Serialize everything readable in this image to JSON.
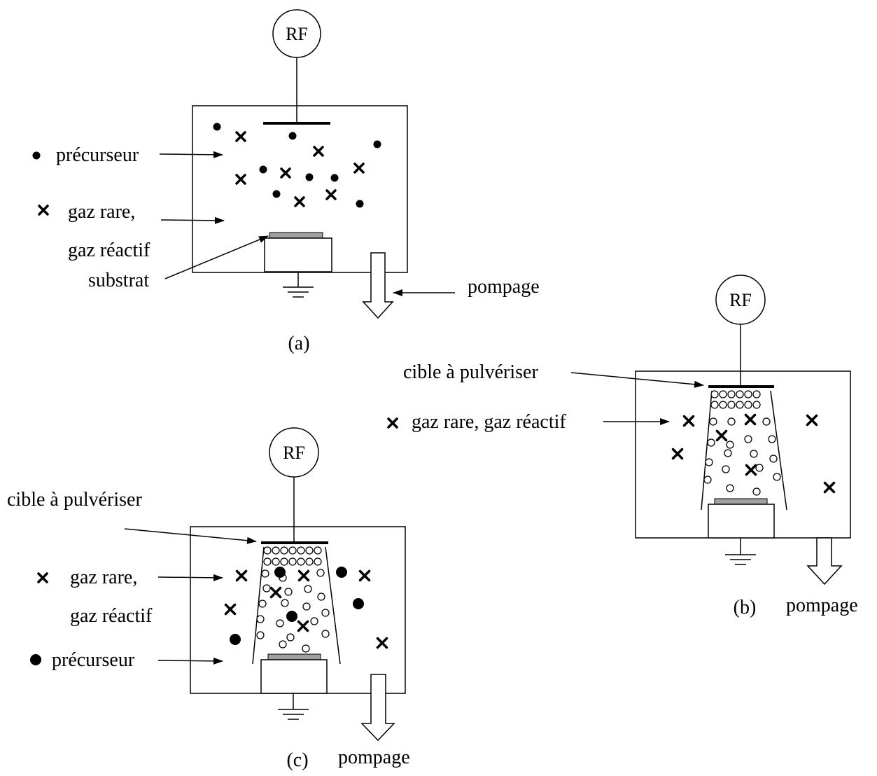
{
  "diagram_a": {
    "rf": "RF",
    "precursor_label": "précurseur",
    "gas_label_line1": "gaz rare,",
    "gas_label_line2": "gaz réactif",
    "substrate_label": "substrat",
    "pump_label": "pompage",
    "caption": "(a)"
  },
  "diagram_b": {
    "rf": "RF",
    "target_label": "cible à pulvériser",
    "gas_label": "gaz rare, gaz réactif",
    "pump_label": "pompage",
    "caption": "(b)"
  },
  "diagram_c": {
    "rf": "RF",
    "target_label": "cible à pulvériser",
    "gas_label_line1": "gaz rare,",
    "gas_label_line2": "gaz réactif",
    "precursor_label": "précurseur",
    "pump_label": "pompage",
    "caption": "(c)"
  },
  "colors": {
    "ink": "#000000",
    "substrate": "#a0a0a0",
    "background": "#ffffff"
  }
}
